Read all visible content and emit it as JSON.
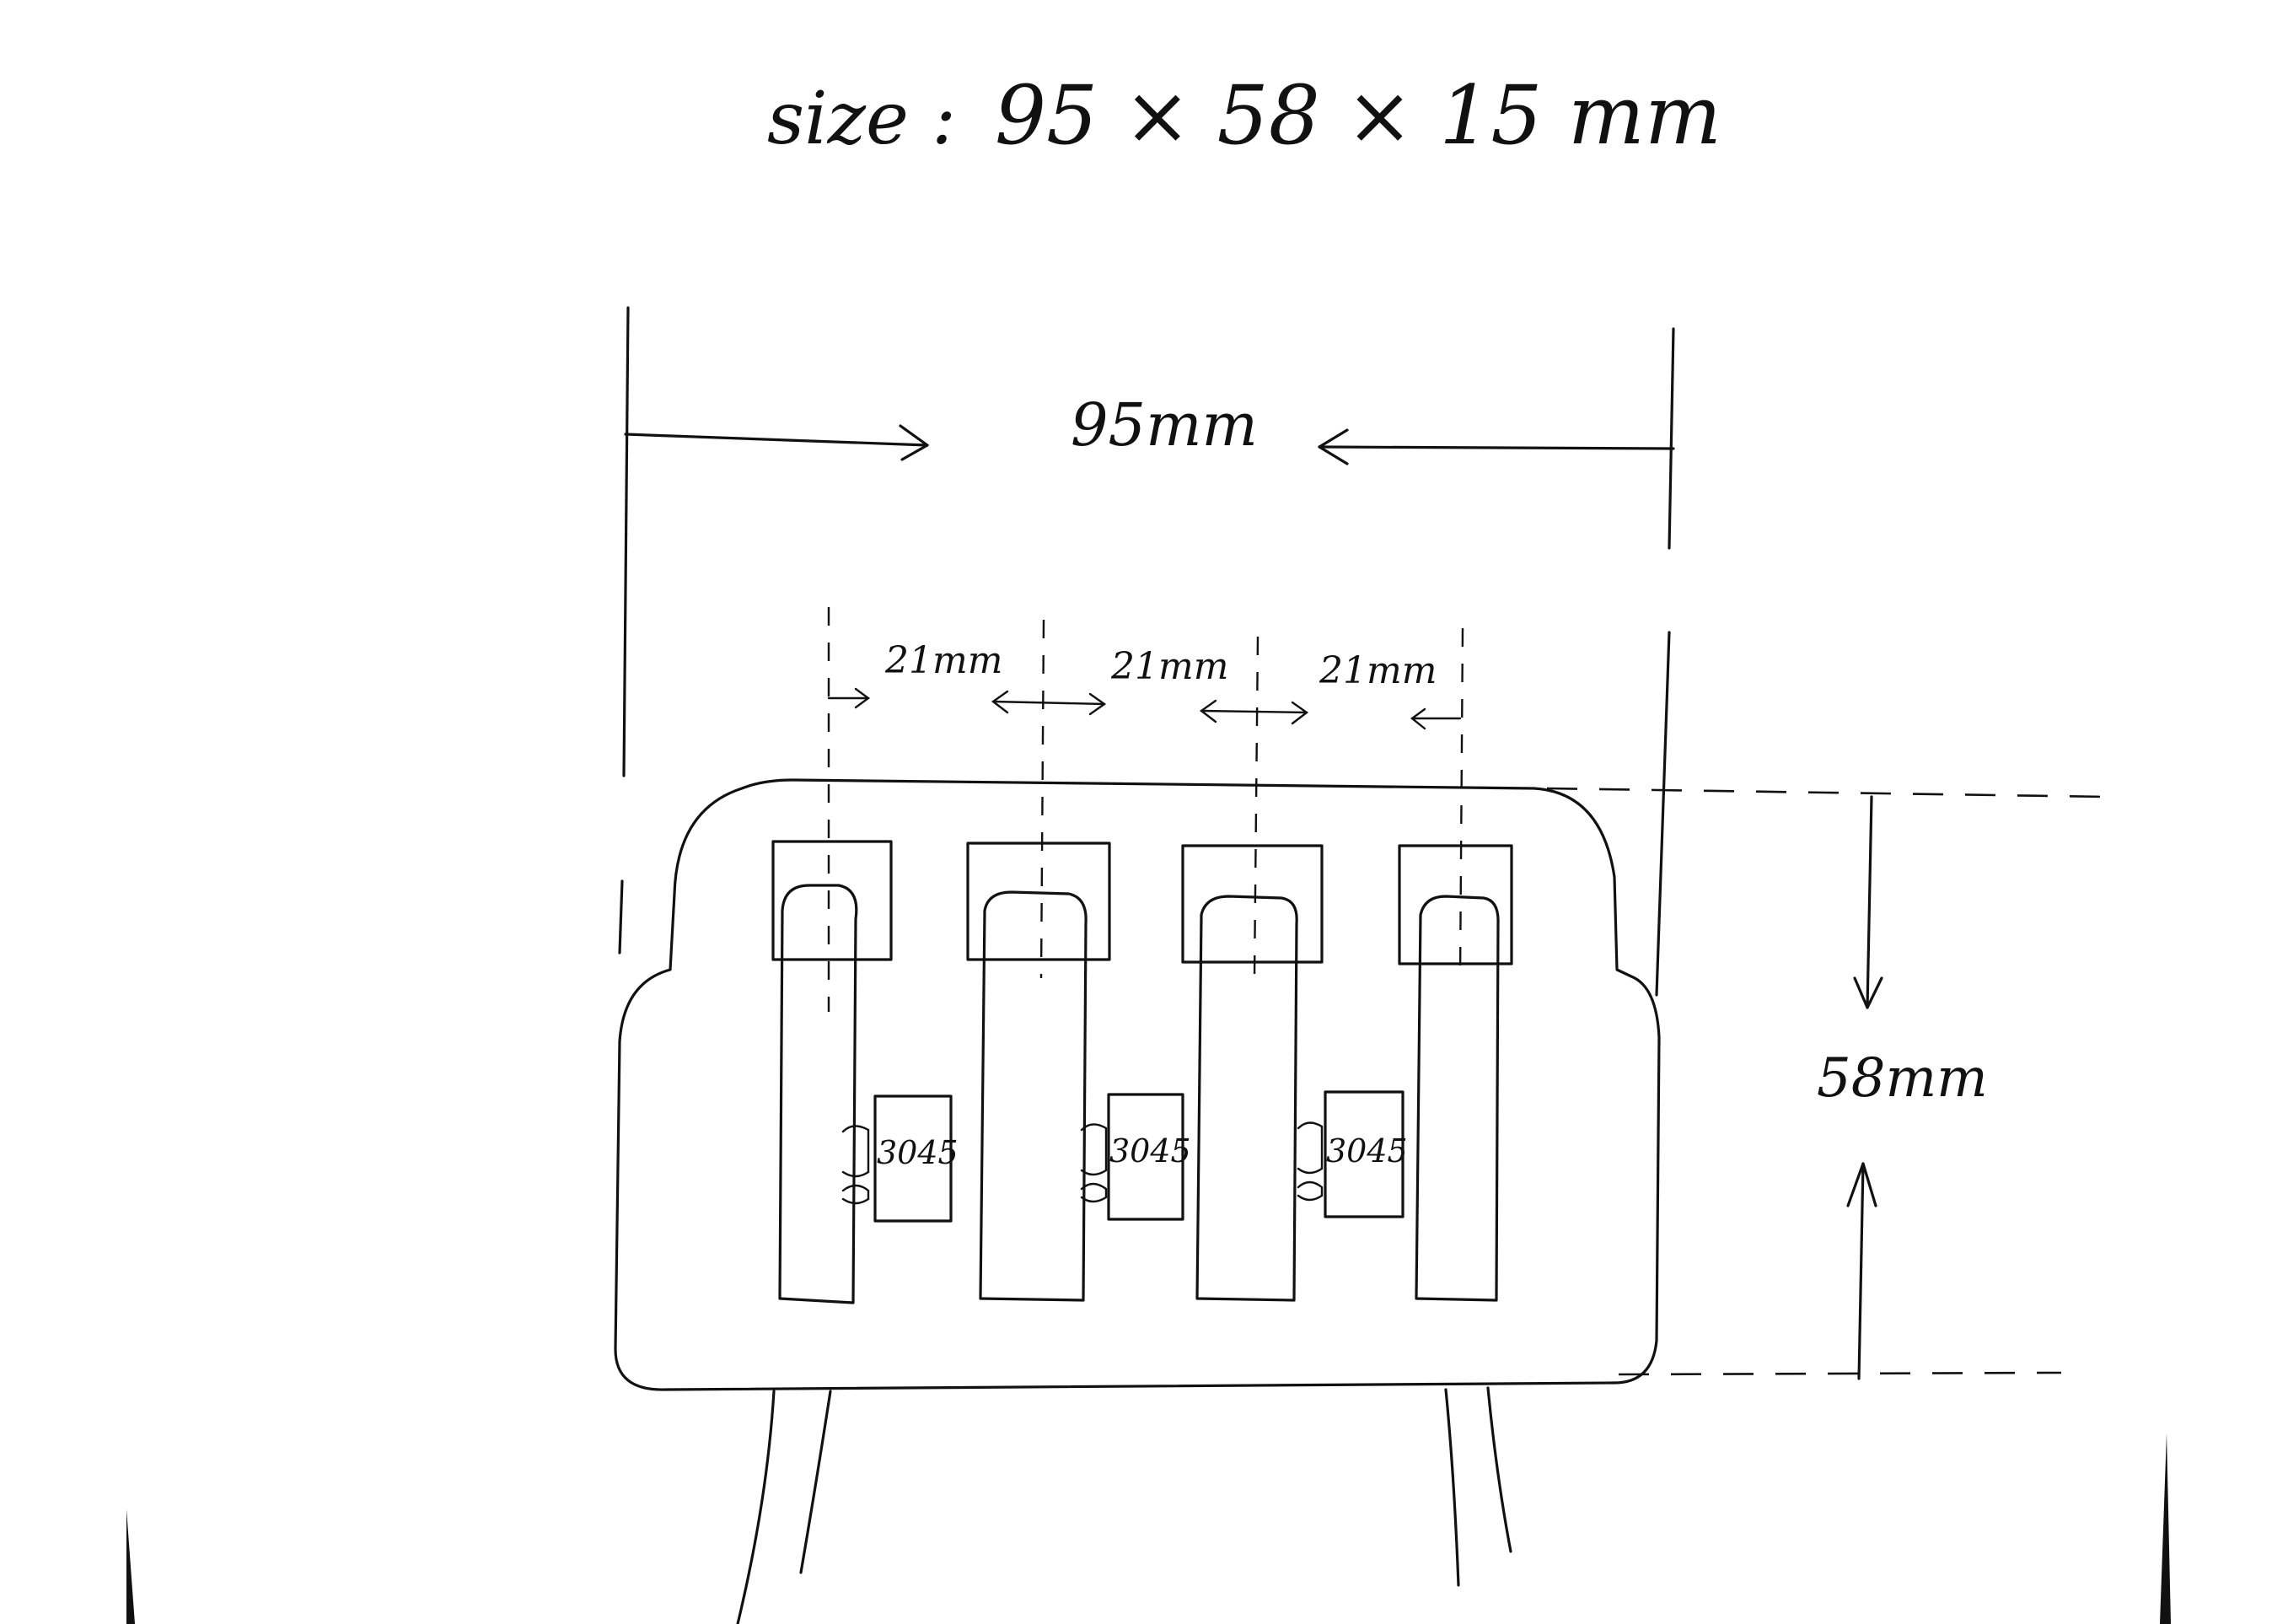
{
  "title": {
    "prefix": "size :",
    "dims": "95 × 58 × 15 mm"
  },
  "dimensions": {
    "width": "95mm",
    "height": "58mm",
    "spacing": [
      "21mm",
      "21mm",
      "21mm"
    ]
  },
  "components": {
    "part_label": "3045",
    "count": 3
  },
  "slots": {
    "count": 4
  },
  "colors": {
    "ink": "#111111",
    "paper": "#ffffff"
  }
}
